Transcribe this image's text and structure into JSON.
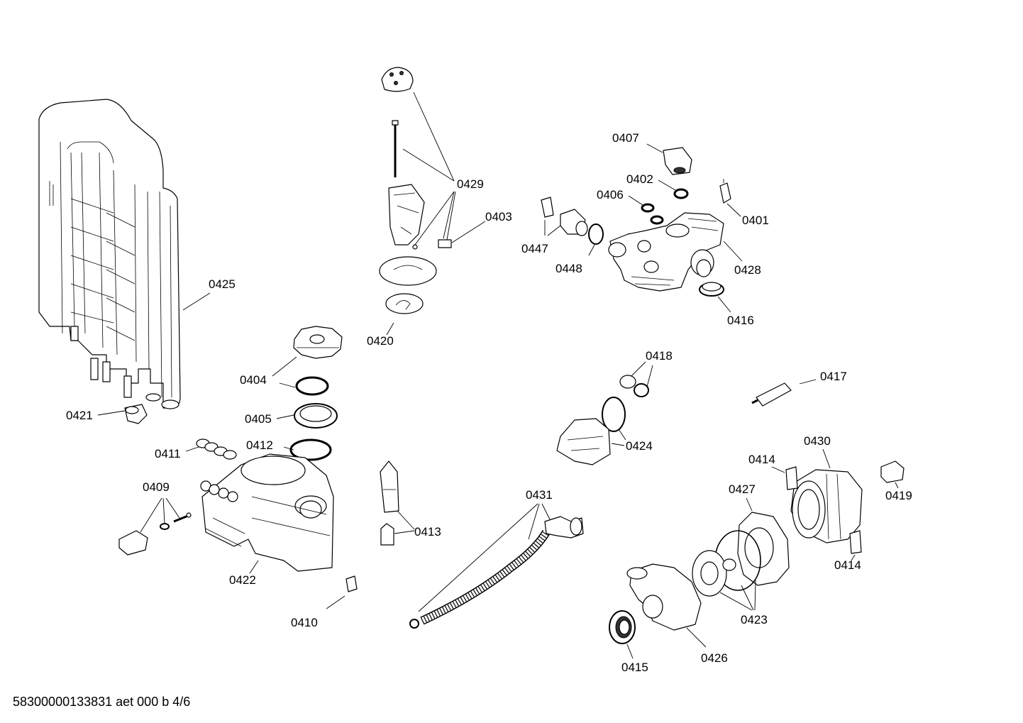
{
  "labels": {
    "p0425": "0425",
    "p0421": "0421",
    "p0429": "0429",
    "p0403": "0403",
    "p0420": "0420",
    "p0407": "0407",
    "p0402": "0402",
    "p0406": "0406",
    "p0401": "0401",
    "p0447": "0447",
    "p0448": "0448",
    "p0428": "0428",
    "p0416": "0416",
    "p0404": "0404",
    "p0405": "0405",
    "p0411": "0411",
    "p0412": "0412",
    "p0409": "0409",
    "p0422": "0422",
    "p0410": "0410",
    "p0413": "0413",
    "p0418": "0418",
    "p0417": "0417",
    "p0424": "0424",
    "p0431": "0431",
    "p0414a": "0414",
    "p0430": "0430",
    "p0419": "0419",
    "p0427": "0427",
    "p0414b": "0414",
    "p0423": "0423",
    "p0426": "0426",
    "p0415": "0415"
  },
  "footer": {
    "doc_id": "58300000133831 aet 000 b 4/6"
  }
}
